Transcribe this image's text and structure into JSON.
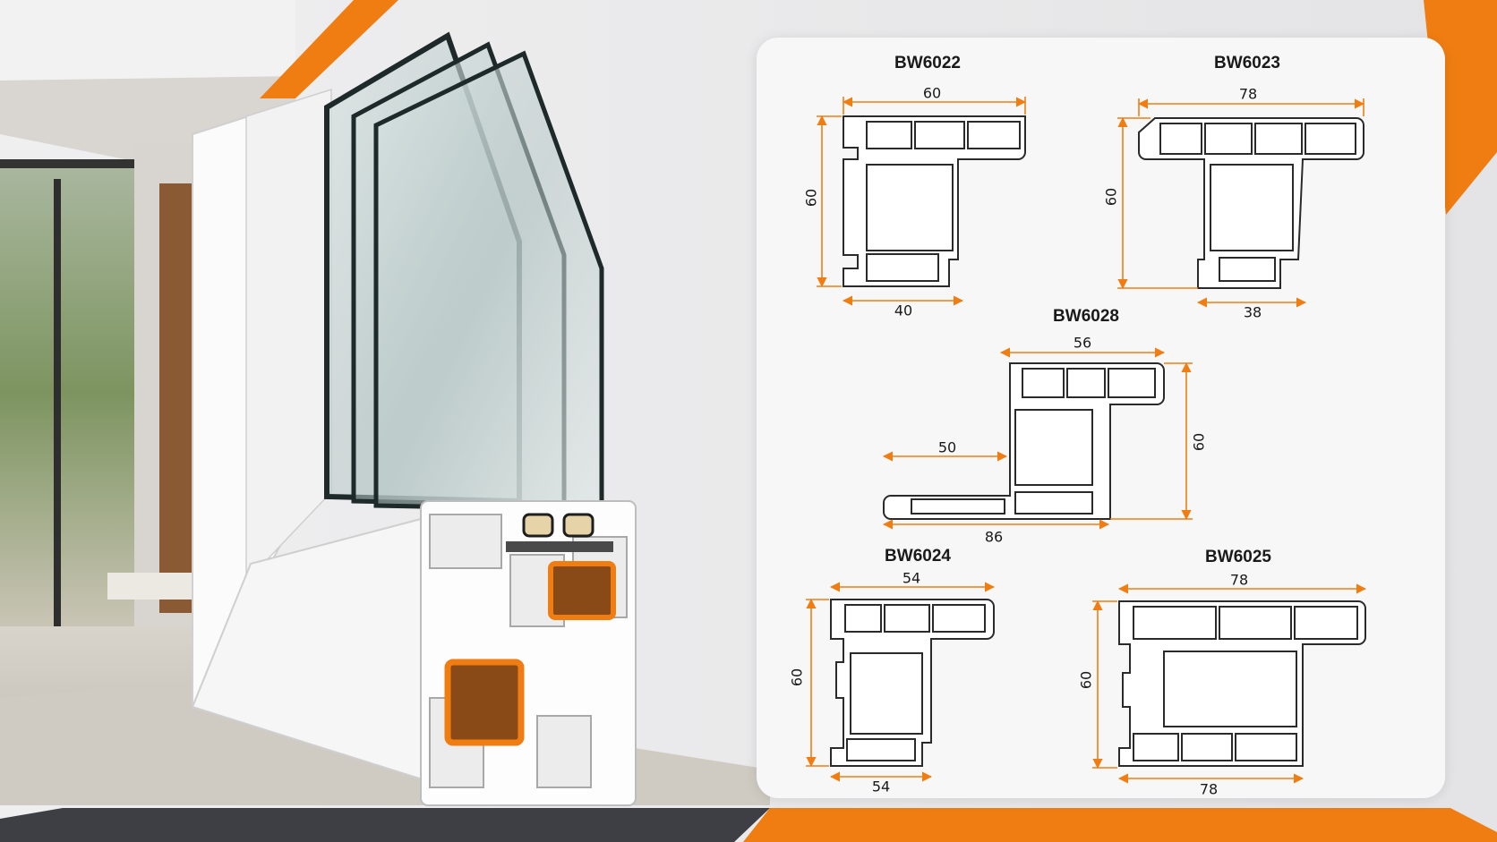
{
  "brand": {
    "accent": "#f07d12",
    "dark": "#3d3f44",
    "profile_stroke": "#2a2a2a"
  },
  "illustration": {
    "subject": "triple-glazed-upvc-window-cross-section",
    "icons": [
      "window-corner-icon",
      "triple-glass-icon",
      "steel-reinforcement-icon",
      "foam-spacer-icon"
    ]
  },
  "profiles": [
    {
      "id": "p1",
      "name": "BW6022",
      "dim_top": "60",
      "dim_side": "60",
      "dim_bottom": "40"
    },
    {
      "id": "p2",
      "name": "BW6023",
      "dim_top": "78",
      "dim_side": "60",
      "dim_bottom": "38"
    },
    {
      "id": "p3",
      "name": "BW6028",
      "dim_top": "56",
      "dim_side": "60",
      "dim_left": "50",
      "dim_bottom": "86"
    },
    {
      "id": "p4",
      "name": "BW6024",
      "dim_top": "54",
      "dim_side": "60",
      "dim_bottom": "54"
    },
    {
      "id": "p5",
      "name": "BW6025",
      "dim_top": "78",
      "dim_side": "60",
      "dim_bottom": "78"
    }
  ]
}
